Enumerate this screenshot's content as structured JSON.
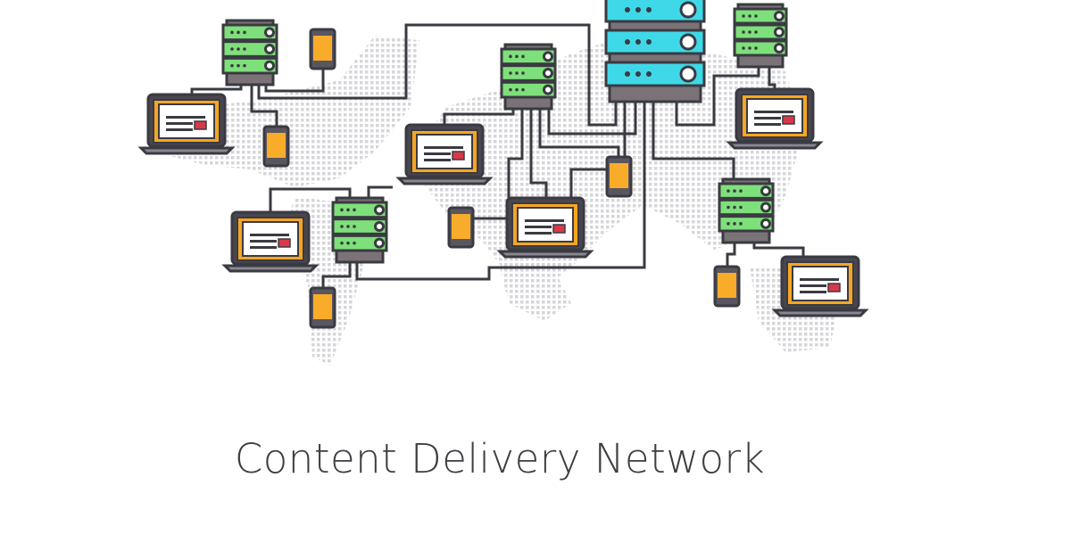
{
  "title": "Content Delivery Network",
  "colors": {
    "outline": "#3a3a42",
    "main_server": "#3fd8e8",
    "edge_server": "#7ee07a",
    "server_base": "#7a7276",
    "laptop_frame": "#f6a623",
    "laptop_screen": "#ffffff",
    "phone_screen": "#f8ac2a",
    "accent_red": "#d9384a",
    "map_dots": "#d4d4d8",
    "text": "#3d3d42"
  },
  "components": {
    "main_server_units": 3,
    "edge_servers": 5,
    "laptops": 6,
    "phones": 6
  }
}
